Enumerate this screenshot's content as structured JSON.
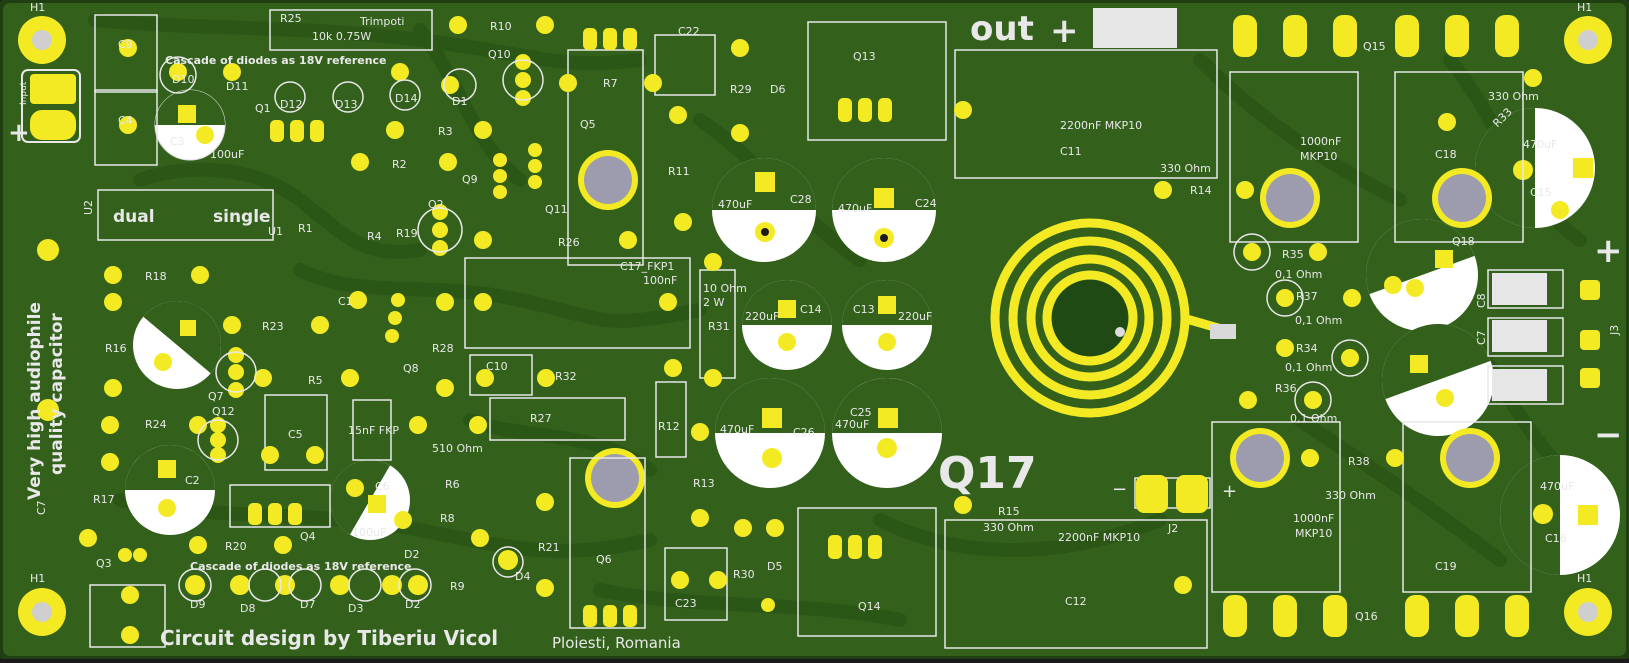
{
  "colors": {
    "board": "#33611c",
    "board_dark": "#285016",
    "trace": "#2b5a17",
    "silk": "#e8e8e8",
    "pad": "#f3ea24",
    "hole": "#1b1b1b",
    "metal": "#9d9cae"
  },
  "header": {
    "out_label": "out",
    "plus_sign": "+",
    "minus_sign": "−",
    "q17_label": "Q17",
    "input_label": "Input"
  },
  "text": {
    "credit": "Circuit design by Tiberiu Vicol",
    "location": "Ploiesti, Romania",
    "side_line1": "Very high audiophile",
    "side_line2": "quality capacitor",
    "cascade_top": "Cascade of diodes as 18V reference",
    "cascade_bottom": "Cascade of diodes as 18V reference",
    "dual": "dual",
    "single": "single",
    "trimpot": "Trimpoti",
    "trimpot_val": "10k  0.75W"
  },
  "labels": [
    {
      "id": "h1-tl",
      "t": "H1"
    },
    {
      "id": "h1-tr",
      "t": "H1"
    },
    {
      "id": "h1-bl",
      "t": "H1"
    },
    {
      "id": "h1-br",
      "t": "H1"
    },
    {
      "id": "c9",
      "t": "C9"
    },
    {
      "id": "c4",
      "t": "C4"
    },
    {
      "id": "c3",
      "t": "C3"
    },
    {
      "id": "c3v",
      "t": "100uF"
    },
    {
      "id": "r25",
      "t": "R25"
    },
    {
      "id": "r10",
      "t": "R10"
    },
    {
      "id": "q10",
      "t": "Q10"
    },
    {
      "id": "c22",
      "t": "C22"
    },
    {
      "id": "r7",
      "t": "R7"
    },
    {
      "id": "q5",
      "t": "Q5"
    },
    {
      "id": "r29",
      "t": "R29"
    },
    {
      "id": "d6",
      "t": "D6"
    },
    {
      "id": "q13",
      "t": "Q13"
    },
    {
      "id": "c11v",
      "t": "2200nF MKP10"
    },
    {
      "id": "c11",
      "t": "C11"
    },
    {
      "id": "q15",
      "t": "Q15"
    },
    {
      "id": "r33v",
      "t": "330 Ohm"
    },
    {
      "id": "r33",
      "t": "R33"
    },
    {
      "id": "c18v",
      "t": "1000nF"
    },
    {
      "id": "c18m",
      "t": "MKP10"
    },
    {
      "id": "c18",
      "t": "C18"
    },
    {
      "id": "c15v",
      "t": "470uF"
    },
    {
      "id": "c15",
      "t": "C15"
    },
    {
      "id": "d10",
      "t": "D10"
    },
    {
      "id": "d11",
      "t": "D11"
    },
    {
      "id": "q1",
      "t": "Q1"
    },
    {
      "id": "d12",
      "t": "D12"
    },
    {
      "id": "d13",
      "t": "D13"
    },
    {
      "id": "d14",
      "t": "D14"
    },
    {
      "id": "d1",
      "t": "D1"
    },
    {
      "id": "r3",
      "t": "R3"
    },
    {
      "id": "r2",
      "t": "R2"
    },
    {
      "id": "q9",
      "t": "Q9"
    },
    {
      "id": "q11",
      "t": "Q11"
    },
    {
      "id": "r11",
      "t": "R11"
    },
    {
      "id": "c28",
      "t": "C28"
    },
    {
      "id": "c28v",
      "t": "470uF"
    },
    {
      "id": "c24",
      "t": "C24"
    },
    {
      "id": "c24v",
      "t": "470uF"
    },
    {
      "id": "r14v",
      "t": "330 Ohm"
    },
    {
      "id": "r14",
      "t": "R14"
    },
    {
      "id": "u2",
      "t": "U2"
    },
    {
      "id": "u1",
      "t": "U1"
    },
    {
      "id": "r1",
      "t": "R1"
    },
    {
      "id": "r4",
      "t": "R4"
    },
    {
      "id": "r19",
      "t": "R19"
    },
    {
      "id": "q2",
      "t": "Q2"
    },
    {
      "id": "r26",
      "t": "R26"
    },
    {
      "id": "c17",
      "t": "C17_FKP1"
    },
    {
      "id": "c17v",
      "t": "100nF"
    },
    {
      "id": "r31v1",
      "t": "10 Ohm"
    },
    {
      "id": "r31v2",
      "t": "2 W"
    },
    {
      "id": "r31",
      "t": "R31"
    },
    {
      "id": "c14v",
      "t": "220uF"
    },
    {
      "id": "c14",
      "t": "C14"
    },
    {
      "id": "c13",
      "t": "C13"
    },
    {
      "id": "c13v",
      "t": "220uF"
    },
    {
      "id": "r35",
      "t": "R35"
    },
    {
      "id": "r35v",
      "t": "0,1 Ohm"
    },
    {
      "id": "q18",
      "t": "Q18"
    },
    {
      "id": "r18",
      "t": "R18"
    },
    {
      "id": "r16",
      "t": "R16"
    },
    {
      "id": "c1",
      "t": "C1"
    },
    {
      "id": "r23",
      "t": "R23"
    },
    {
      "id": "q8",
      "t": "Q8"
    },
    {
      "id": "r28",
      "t": "R28"
    },
    {
      "id": "r37",
      "t": "R37"
    },
    {
      "id": "r37v",
      "t": "0,1 Ohm"
    },
    {
      "id": "r34",
      "t": "R34"
    },
    {
      "id": "r34v",
      "t": "0,1 Ohm"
    },
    {
      "id": "c8",
      "t": "C8"
    },
    {
      "id": "c7b",
      "t": "C7"
    },
    {
      "id": "j3",
      "t": "J3"
    },
    {
      "id": "r5",
      "t": "R5"
    },
    {
      "id": "q7",
      "t": "Q7"
    },
    {
      "id": "c10",
      "t": "C10"
    },
    {
      "id": "r32",
      "t": "R32"
    },
    {
      "id": "r27",
      "t": "R27"
    },
    {
      "id": "r12",
      "t": "R12"
    },
    {
      "id": "c26v",
      "t": "470uF"
    },
    {
      "id": "c26",
      "t": "C26"
    },
    {
      "id": "c25",
      "t": "C25"
    },
    {
      "id": "c25v",
      "t": "470uF"
    },
    {
      "id": "r36",
      "t": "R36"
    },
    {
      "id": "r36v",
      "t": "0,1 Ohm"
    },
    {
      "id": "c7",
      "t": "C7"
    },
    {
      "id": "r24",
      "t": "R24"
    },
    {
      "id": "q12",
      "t": "Q12"
    },
    {
      "id": "c5",
      "t": "C5"
    },
    {
      "id": "c15fkp",
      "t": "15nF FKP"
    },
    {
      "id": "r510",
      "t": "510 Ohm"
    },
    {
      "id": "c2",
      "t": "C2"
    },
    {
      "id": "r6",
      "t": "R6"
    },
    {
      "id": "r13",
      "t": "R13"
    },
    {
      "id": "r38",
      "t": "R38"
    },
    {
      "id": "r38v",
      "t": "330 Ohm"
    },
    {
      "id": "r17",
      "t": "R17"
    },
    {
      "id": "c6",
      "t": "C6"
    },
    {
      "id": "c6v",
      "t": "100uF"
    },
    {
      "id": "q4",
      "t": "Q4"
    },
    {
      "id": "r8",
      "t": "R8"
    },
    {
      "id": "r15",
      "t": "R15"
    },
    {
      "id": "r15v",
      "t": "330 Ohm"
    },
    {
      "id": "c12v",
      "t": "2200nF MKP10"
    },
    {
      "id": "j2",
      "t": "J2"
    },
    {
      "id": "c19v",
      "t": "1000nF"
    },
    {
      "id": "c19m",
      "t": "MKP10"
    },
    {
      "id": "c16v",
      "t": "470uF"
    },
    {
      "id": "c16",
      "t": "C16"
    },
    {
      "id": "q3",
      "t": "Q3"
    },
    {
      "id": "r20",
      "t": "R20"
    },
    {
      "id": "d2a",
      "t": "D2"
    },
    {
      "id": "r9",
      "t": "R9"
    },
    {
      "id": "d4",
      "t": "D4"
    },
    {
      "id": "r21",
      "t": "R21"
    },
    {
      "id": "q6",
      "t": "Q6"
    },
    {
      "id": "r30",
      "t": "R30"
    },
    {
      "id": "d5",
      "t": "D5"
    },
    {
      "id": "c19",
      "t": "C19"
    },
    {
      "id": "d9",
      "t": "D9"
    },
    {
      "id": "d8",
      "t": "D8"
    },
    {
      "id": "d7",
      "t": "D7"
    },
    {
      "id": "d3",
      "t": "D3"
    },
    {
      "id": "d2b",
      "t": "D2"
    },
    {
      "id": "c23",
      "t": "C23"
    },
    {
      "id": "q14",
      "t": "Q14"
    },
    {
      "id": "c12",
      "t": "C12"
    },
    {
      "id": "q16",
      "t": "Q16"
    }
  ]
}
